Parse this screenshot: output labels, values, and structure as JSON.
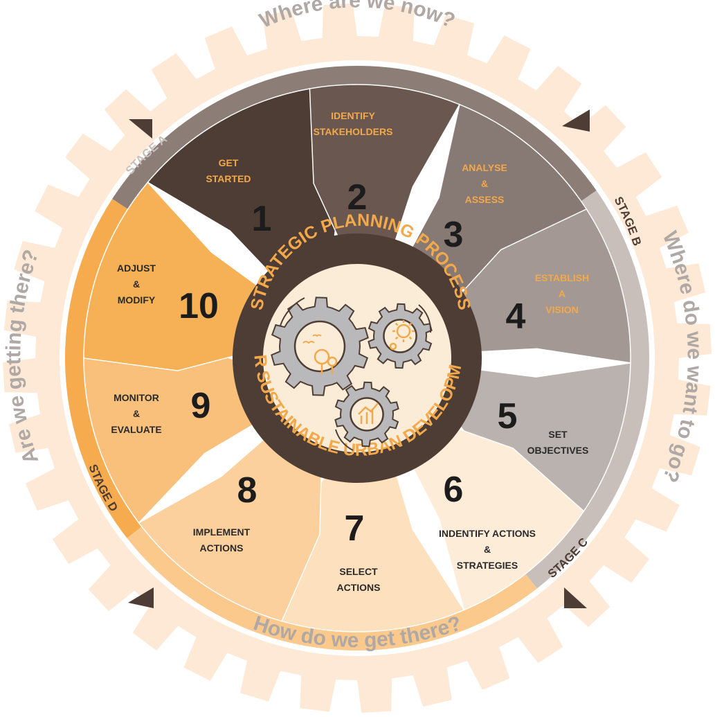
{
  "questions": [
    "Where are we now?",
    "Where do we want to go?",
    "How do we get there?",
    "Are we getting there?"
  ],
  "stages": [
    "STAGE A",
    "STAGE B",
    "STAGE C",
    "STAGE D"
  ],
  "center": {
    "line1": "STRATEGIC PLANNING PROCESS",
    "line2": "FOR SUSTAINABLE URBAN DEVELOPMENT"
  },
  "steps": [
    {
      "number": "1",
      "lines": [
        "GET",
        "STARTED"
      ]
    },
    {
      "number": "2",
      "lines": [
        "IDENTIFY",
        "STAKEHOLDERS"
      ]
    },
    {
      "number": "3",
      "lines": [
        "ANALYSE",
        "&",
        "ASSESS"
      ]
    },
    {
      "number": "4",
      "lines": [
        "ESTABLISH",
        "A",
        "VISION"
      ]
    },
    {
      "number": "5",
      "lines": [
        "SET",
        "OBJECTIVES"
      ]
    },
    {
      "number": "6",
      "lines": [
        "INDENTIFY ACTIONS",
        "&",
        "STRATEGIES"
      ]
    },
    {
      "number": "7",
      "lines": [
        "SELECT",
        "ACTIONS"
      ]
    },
    {
      "number": "8",
      "lines": [
        "IMPLEMENT",
        "ACTIONS"
      ]
    },
    {
      "number": "9",
      "lines": [
        "MONITOR",
        "&",
        "EVALUATE"
      ]
    },
    {
      "number": "10",
      "lines": [
        "ADJUST",
        "&",
        "MODIFY"
      ]
    }
  ],
  "colors": {
    "gear_ring": "#fde9d6",
    "stage_a": "#8c7e77",
    "stage_b": "#c8bfbb",
    "stage_c": "#fbc98c",
    "stage_d": "#f6ab4f",
    "center_dark": "#4e3d35",
    "center_light": "#fbecd8",
    "accent": "#f3a94b",
    "step_fills": [
      "#4e3d35",
      "#6a5850",
      "#877973",
      "#a39893",
      "#bab2ae",
      "#fdecd8",
      "#fde0bd",
      "#fbd09c",
      "#f9c07c",
      "#f6b055"
    ],
    "label_fills": [
      "#f3a94b",
      "#f3a94b",
      "#f3a94b",
      "#f3a94b",
      "#2a2a2a",
      "#2a2a2a",
      "#2a2a2a",
      "#2a2a2a",
      "#2a2a2a",
      "#2a2a2a"
    ]
  },
  "icons": [
    "gear-icon",
    "tree-icon",
    "sun-icon",
    "chart-icon",
    "bird-icon",
    "arrow-icon"
  ]
}
